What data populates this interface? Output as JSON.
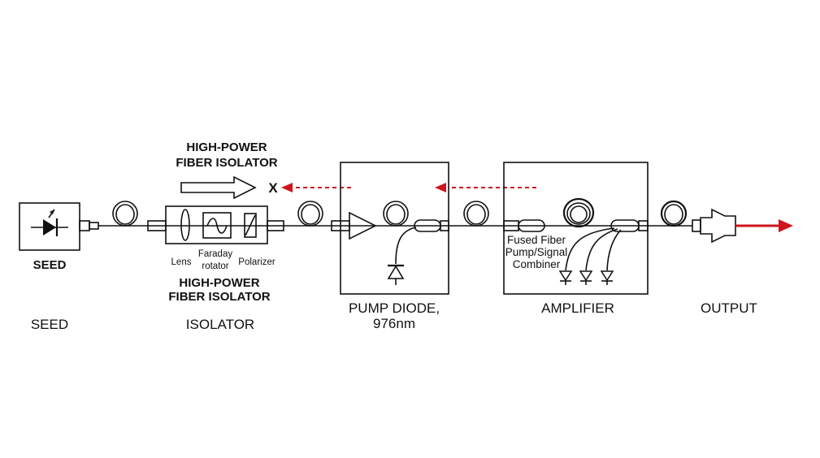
{
  "labels": {
    "isolator_title_line1": "HIGH-POWER",
    "isolator_title_line2": "FIBER ISOLATOR",
    "blocked_mark": "X",
    "seed_box_label": "SEED",
    "lens": "Lens",
    "faraday_line1": "Faraday",
    "faraday_line2": "rotator",
    "polarizer": "Polarizer",
    "isolator_sub_line1": "HIGH-POWER",
    "isolator_sub_line2": "FIBER ISOLATOR",
    "combiner_line1": "Fused Fiber",
    "combiner_line2": "Pump/Signal",
    "combiner_line3": "Combiner"
  },
  "stages": {
    "seed": "SEED",
    "isolator": "ISOLATOR",
    "pump_line1": "PUMP DIODE,",
    "pump_line2": "976nm",
    "amplifier": "AMPLIFIER",
    "output": "OUTPUT"
  },
  "colors": {
    "line": "#111111",
    "accent_red": "#d0141c",
    "background": "#ffffff"
  }
}
